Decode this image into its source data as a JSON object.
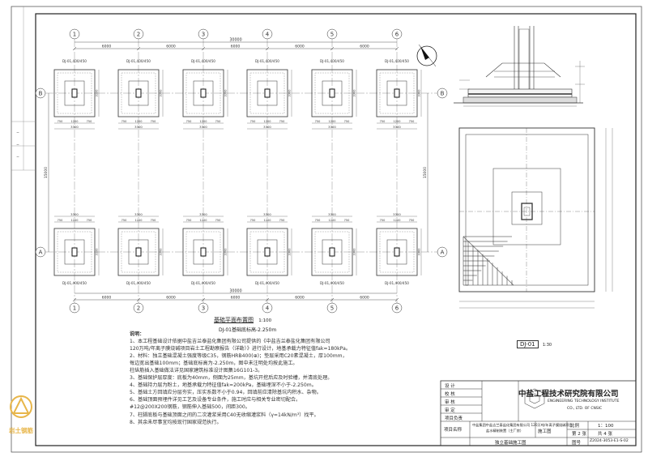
{
  "title_block": {
    "company_cn": "中盐工程技术研究院有限公司",
    "company_en_line1": "ENGINEERING TECHNOLOGY INSTITUTE",
    "company_en_line2": "CO., LTD. OF CNSIC",
    "roles": [
      "设 计",
      "校 核",
      "审 核",
      "审 定",
      "项目负责"
    ],
    "project_label": "项目名称",
    "project_name": "中盐集团中盐吉兰泰盐化集团有限公司 120万吨/年离子膜烧碱项目",
    "project_sub": "盐水精制装置（主厂房）",
    "drawing_name": "独立基础施工图",
    "stage_label": "施工图",
    "scale_label": "比例",
    "scale_value": "1：100",
    "sheet_label": "第 2 张",
    "total_label": "共 4 张",
    "drawing_no_label": "图号",
    "drawing_no": "Z2024-3053-E1-S-02"
  },
  "plan": {
    "title": "基础平面布置图",
    "scale": "1:100",
    "subtitle": "DJ-01基础底标高-2.250m",
    "col_axes": [
      "1",
      "2",
      "3",
      "4",
      "5",
      "6"
    ],
    "row_axes": [
      "A",
      "B"
    ],
    "overall_dim": "30000",
    "bay_dim": "6000",
    "side_dim": "15000",
    "footing_label": "DJ-01,400/450",
    "foot_dim": "3300",
    "foot_parts": [
      "750",
      "1200",
      "750"
    ]
  },
  "detail": {
    "label": "DJ-01",
    "scale": "1:30"
  },
  "notes": [
    "说明：",
    "1、本工程基础设计依据中盐吉兰泰盐化集团有限公司提供的《中盐吉兰泰盐化集团有限公司",
    "   120万吨/年离子膜烧碱项目岩土工程勘察报告（详勘）》进行设计，地基承载力特征值fak=180kPa。",
    "2、材料：独立基础混凝土强度等级C35，钢筋HRB400(⊕)；垫层采用C20素混凝土，厚100mm，",
    "   每边宽出基础100mm；基础底标高为-2.250m，图中未注明处均按此施工。",
    "   柱纵筋插入基础做法详见国家建筑标准设计图集16G101-3。",
    "3、基础保护层厚度：底板为40mm，侧面为25mm，基坑开挖后应及时验槽，并清底处理。",
    "4、基础持力层为粉土，地基承载力特征值fak=200kPa，基础埋深不小于-2.250m。",
    "5、基础土方回填应分层夯实，压实系数不小于0.94，回填前应清除基坑内积水、杂物。",
    "6、基础顶面预埋件详见工艺及设备专业条件，施工时应与相关专业密切配合。",
    "   #12@200X200钢筋，钢筋伸入基础500，间距300。",
    "7、柱脚底板与基础顶面之间的二次灌浆采用C40无收缩灌浆料（γ=14kN/m³）找平。",
    "8、其余未尽事宜均按现行国家规范执行。"
  ],
  "logo": {
    "text": "岩土钢筋",
    "accent": "#e8b64a"
  }
}
